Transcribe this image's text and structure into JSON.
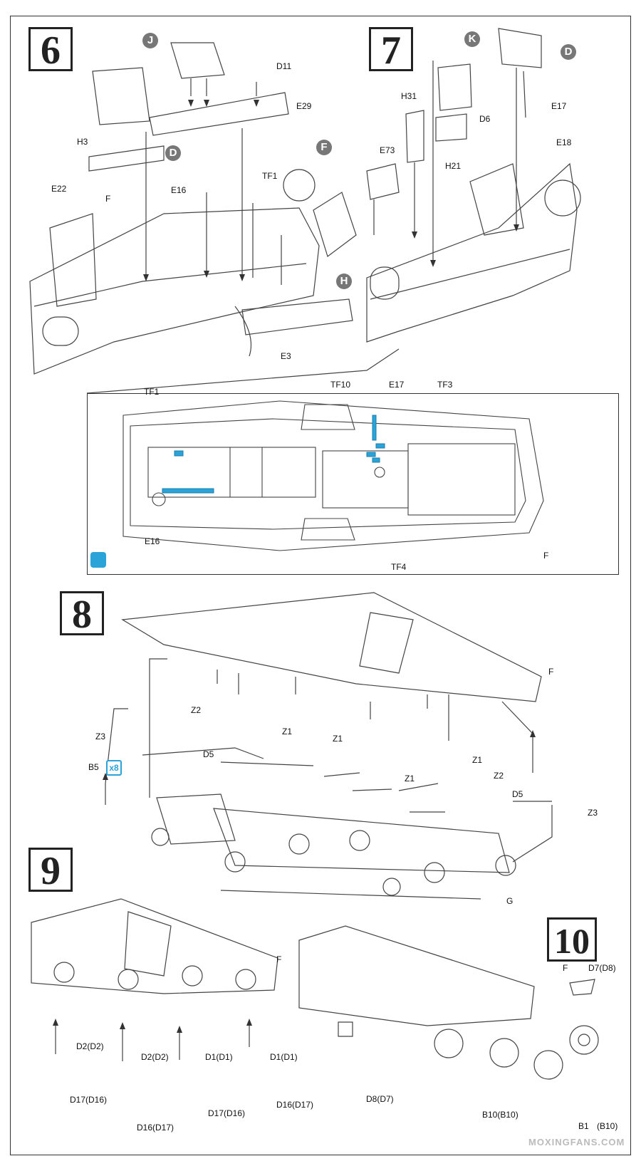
{
  "steps": [
    "6",
    "7",
    "8",
    "9",
    "10"
  ],
  "step6": {
    "circled": [
      "J",
      "D",
      "F",
      "H"
    ],
    "parts": [
      "D11",
      "E29",
      "H3",
      "TF1",
      "E16",
      "E22",
      "F",
      "E3"
    ]
  },
  "step7": {
    "circled": [
      "K",
      "D"
    ],
    "parts": [
      "H31",
      "E17",
      "D6",
      "E18",
      "E73",
      "H21"
    ]
  },
  "inset": {
    "parts": [
      "TF1",
      "TF10",
      "E17",
      "TF3",
      "E16",
      "TF4",
      "F"
    ]
  },
  "step8": {
    "parts": [
      "F",
      "Z2",
      "Z3",
      "Z1",
      "Z1",
      "D5",
      "B5",
      "Z1",
      "Z1",
      "Z2",
      "D5",
      "Z3",
      "G"
    ],
    "badge": "x8"
  },
  "step9": {
    "parts": [
      "F",
      "D2(D2)",
      "D2(D2)",
      "D1(D1)",
      "D1(D1)",
      "D17(D16)",
      "D16(D17)",
      "D17(D16)",
      "D16(D17)"
    ]
  },
  "step10": {
    "parts": [
      "F",
      "D7(D8)",
      "D8(D7)",
      "B10(B10)",
      "B1",
      "(B10)"
    ]
  },
  "watermark": "MOXINGFANS.COM",
  "colors": {
    "accent": "#29a3d8",
    "circle": "#777777",
    "line": "#333333"
  }
}
